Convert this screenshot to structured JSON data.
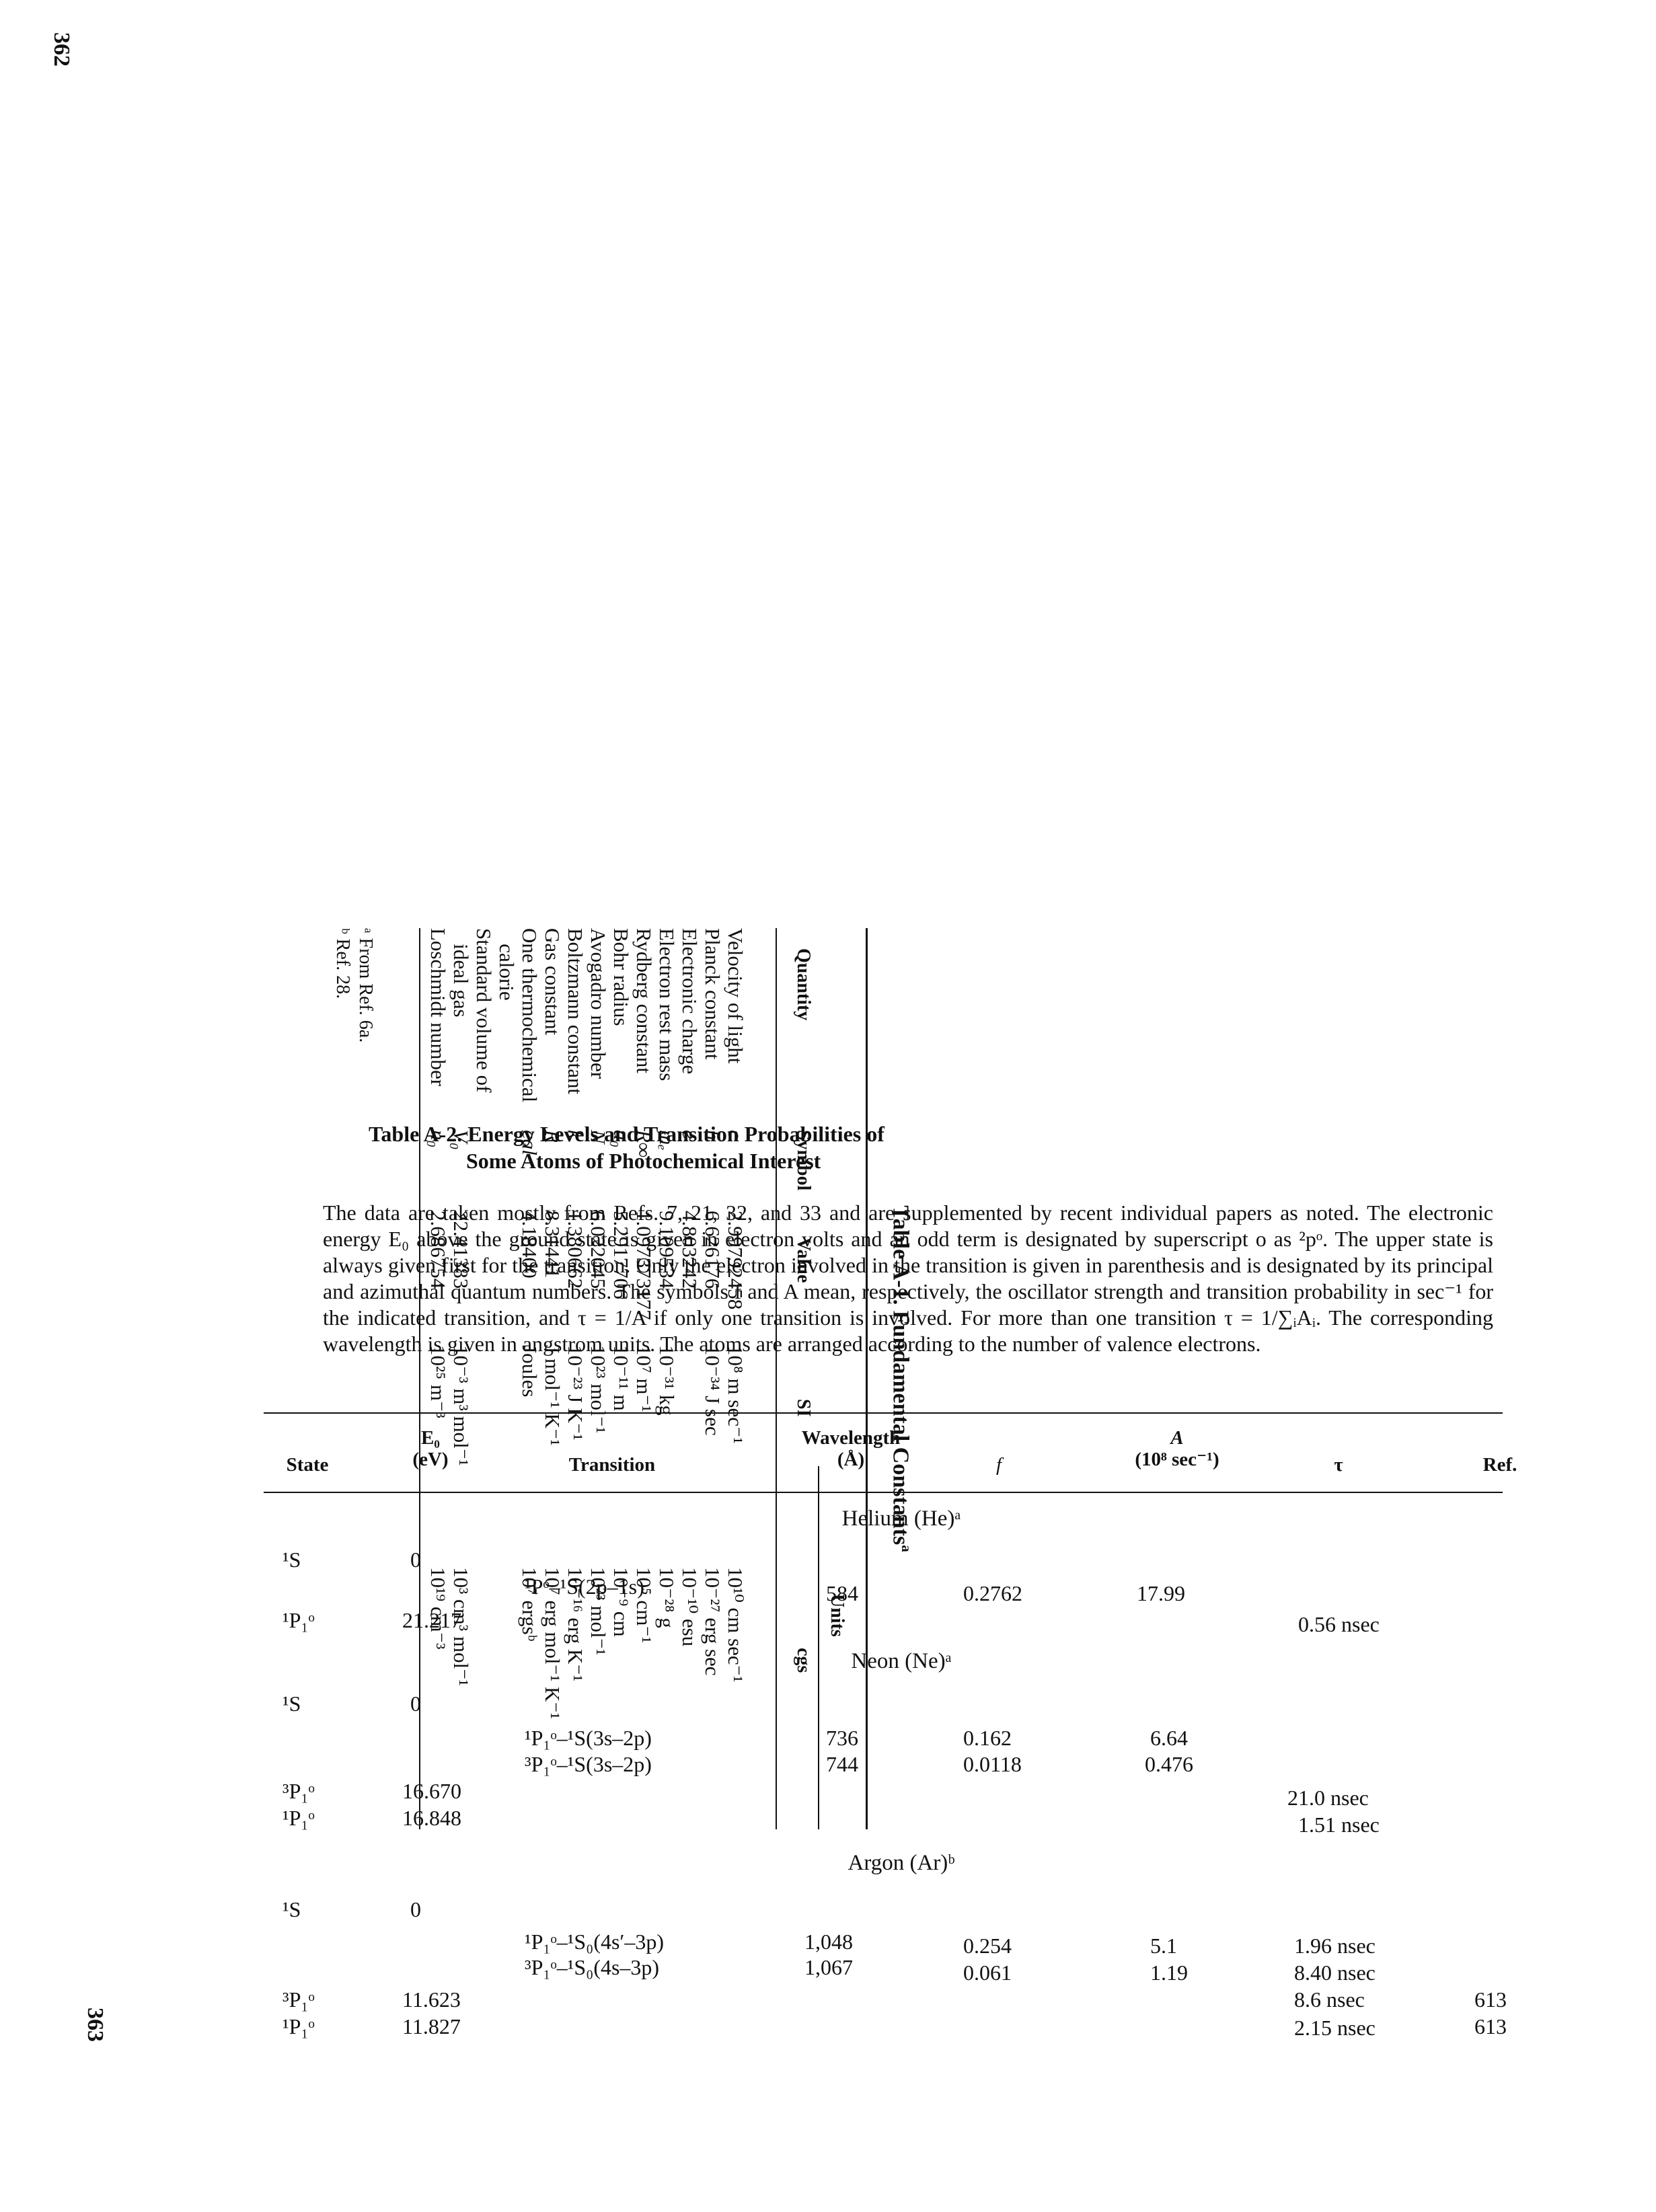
{
  "pages": {
    "left": "362",
    "right": "363"
  },
  "table_a1": {
    "title": "Table A-1. Fundamental Constants",
    "title_note": "a",
    "units_header": "Units",
    "headers": {
      "quantity": "Quantity",
      "symbol": "Symbol",
      "value": "Value",
      "si": "SI",
      "cgs": "cgs"
    },
    "rows": [
      {
        "quantity": "Velocity of light",
        "symbol": "c",
        "value": "2.99792458",
        "si": "10⁸ m sec⁻¹",
        "cgs": "10¹⁰ cm sec⁻¹"
      },
      {
        "quantity": "Planck constant",
        "symbol": "h",
        "value": "6.626176",
        "si": "10⁻³⁴ J sec",
        "cgs": "10⁻²⁷ erg sec"
      },
      {
        "quantity": "Electronic charge",
        "symbol": "e",
        "value": "4.803242",
        "si": "",
        "cgs": "10⁻¹⁰ esu"
      },
      {
        "quantity": "Electron rest mass",
        "symbol": "mₑ",
        "value": "9.109534",
        "si": "10⁻³¹ kg",
        "cgs": "10⁻²⁸ g"
      },
      {
        "quantity": "Rydberg constant",
        "symbol": "R∞",
        "value": "1.097373177",
        "si": "10⁷ m⁻¹",
        "cgs": "10⁵ cm⁻¹"
      },
      {
        "quantity": "Bohr radius",
        "symbol": "a₀",
        "value": "5.2917706",
        "si": "10⁻¹¹ m",
        "cgs": "10⁻⁹ cm"
      },
      {
        "quantity": "Avogadro number",
        "symbol": "N",
        "value": "6.022045",
        "si": "10²³ mol⁻¹",
        "cgs": "10²³ mol⁻¹"
      },
      {
        "quantity": "Boltzmann constant",
        "symbol": "k",
        "value": "1.380662",
        "si": "10⁻²³ J K⁻¹",
        "cgs": "10⁻¹⁶ erg K⁻¹"
      },
      {
        "quantity": "Gas constant",
        "symbol": "R",
        "value": "8.31441",
        "si": "J mol⁻¹ K⁻¹",
        "cgs": "10⁷ erg mol⁻¹ K⁻¹"
      },
      {
        "quantity": "One thermochemical",
        "symbol": "cal",
        "value": "4.18400",
        "si": "Joules",
        "cgs": "10⁷ ergsᵇ"
      },
      {
        "quantity": "   calorie",
        "symbol": "",
        "value": "",
        "si": "",
        "cgs": ""
      },
      {
        "quantity": "Standard volume of",
        "symbol": "",
        "value": "",
        "si": "",
        "cgs": ""
      },
      {
        "quantity": "   ideal gas",
        "symbol": "V₀",
        "value": "22.41383",
        "si": "10⁻³ m³ mol⁻¹",
        "cgs": "10³ cm³ mol⁻¹"
      },
      {
        "quantity": "Loschmidt number",
        "symbol": "n₀",
        "value": "2.686754",
        "si": "10²⁵ m⁻³",
        "cgs": "10¹⁹ cm⁻³"
      }
    ],
    "notes": [
      "ᵃ From Ref. 6a.",
      "ᵇ Ref. 28."
    ]
  },
  "table_a2": {
    "title_line1": "Table A-2. Energy Levels and Transition Probabilities of",
    "title_line2": "Some Atoms of Photochemical Interest",
    "description": "The data are taken mostly from Refs. 7, 21, 32, and 33 and are supplemented by recent individual papers as noted. The electronic energy E₀ above the ground state is given in electron volts and an odd term is designated by superscript o as ²pᵒ. The upper state is always given first for the transition. Only the electron involved in the transition is given in parenthesis and is designated by its principal and azimuthal quantum numbers. The symbols f and A mean, respectively, the oscillator strength and transition probability in sec⁻¹ for the indicated transition, and τ = 1/A if only one transition is involved. For more than one transition τ = 1/∑ᵢAᵢ. The corresponding wavelength is given in angstrom units. The atoms are arranged according to the number of valence electrons.",
    "headers": {
      "state": "State",
      "e0_top": "E₀",
      "e0_unit": "(eV)",
      "transition": "Transition",
      "wavelength_top": "Wavelength",
      "wavelength_unit": "(Å)",
      "f": "f",
      "a_top": "A",
      "a_unit": "(10⁸  sec⁻¹)",
      "tau": "τ",
      "ref": "Ref."
    },
    "sections": {
      "helium": "Helium (He)ᵃ",
      "neon": "Neon (Ne)ᵃ",
      "argon": "Argon (Ar)ᵇ"
    },
    "helium": {
      "state1": "¹S",
      "e1": "0",
      "transition": "¹Pᵒ–¹S(2p–1s)",
      "wavelength": "584",
      "f": "0.2762",
      "a": "17.99",
      "state2": "¹P₁ᵒ",
      "e2": "21.217",
      "tau": "0.56 nsec"
    },
    "neon": {
      "state1": "¹S",
      "e1": "0",
      "t1": "¹P₁ᵒ–¹S(3s–2p)",
      "w1": "736",
      "f1": "0.162",
      "a1": "6.64",
      "t2": "³P₁ᵒ–¹S(3s–2p)",
      "w2": "744",
      "f2": "0.0118",
      "a2": "0.476",
      "state2": "³P₁ᵒ",
      "e2": "16.670",
      "tau2": "21.0 nsec",
      "state3": "¹P₁ᵒ",
      "e3": "16.848",
      "tau3": "1.51 nsec"
    },
    "argon": {
      "state1": "¹S",
      "e1": "0",
      "t1": "¹P₁ᵒ–¹S₀(4s′–3p)",
      "w1": "1,048",
      "f1": "0.254",
      "a1": "5.1",
      "tau1": "1.96 nsec",
      "t2": "³P₁ᵒ–¹S₀(4s–3p)",
      "w2": "1,067",
      "f2": "0.061",
      "a2": "1.19",
      "tau2": "8.40 nsec",
      "state2": "³P₁ᵒ",
      "e2": "11.623",
      "tau3": "8.6 nsec",
      "ref3": "613",
      "state3": "¹P₁ᵒ",
      "e3": "11.827",
      "tau4": "2.15 nsec",
      "ref4": "613"
    }
  }
}
